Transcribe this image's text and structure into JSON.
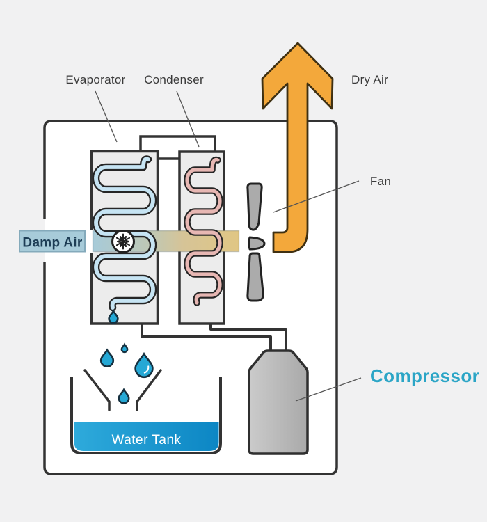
{
  "labels": {
    "evaporator": "Evaporator",
    "condenser": "Condenser",
    "dry_air": "Dry Air",
    "fan": "Fan",
    "damp_air": "Damp Air",
    "compressor": "Compressor",
    "water_tank": "Water Tank"
  },
  "icons": {
    "snowflake": "snowflake-in-circle",
    "water_drop": "teardrop",
    "dry_air_arrow": "up-arrow-ribbon",
    "fan": "vertical-fan-blades"
  },
  "colors": {
    "background": "#f1f1f2",
    "unit_fill": "#ffffff",
    "outline_dark": "#333333",
    "damp_air_band": "#a7cbd9",
    "dry_air_band": "#e0c684",
    "arrow_orange": "#f3a83b",
    "evaporator_coil": "#c6e4f3",
    "condenser_coil": "#e7b7b3",
    "component_box_fill": "#ececec",
    "fan_gray": "#ababab",
    "compressor_gray": "#bcbcbc",
    "water_blue_left": "#2eaadb",
    "water_blue_right": "#0c86c4",
    "drop_cyan": "#25a8d5",
    "label_dark": "#3a3a3a",
    "compressor_label_cyan": "#2ba5c6",
    "damp_air_text": "#1d3d55"
  }
}
